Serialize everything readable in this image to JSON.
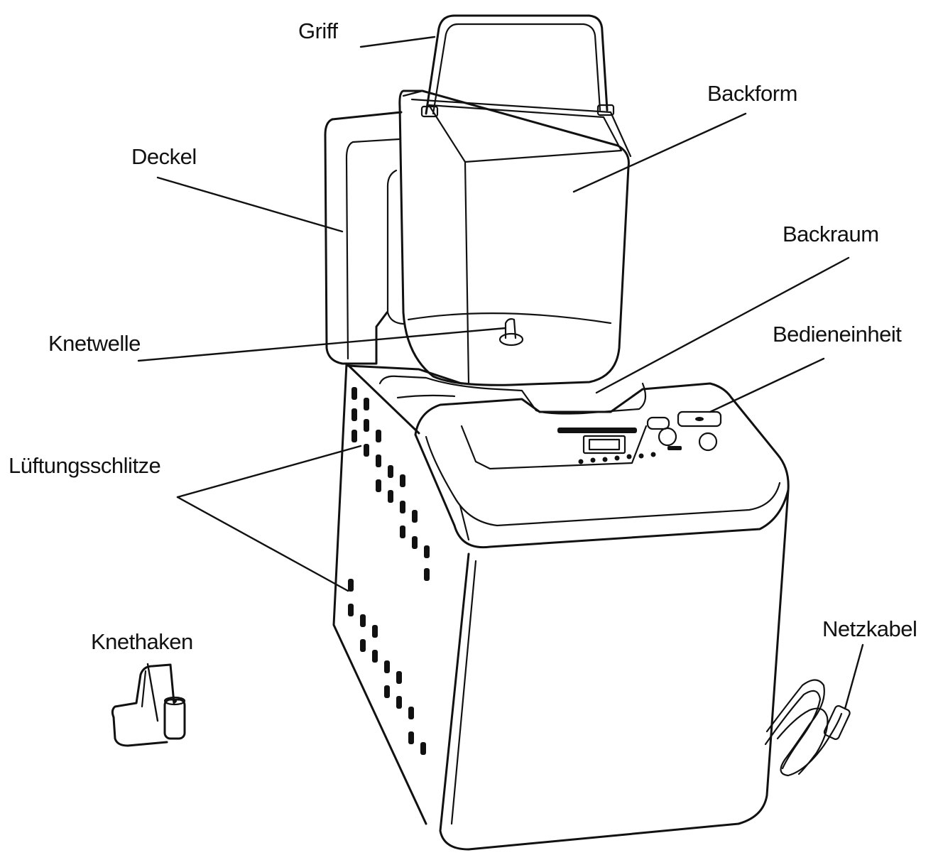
{
  "labels": {
    "griff": "Griff",
    "backform": "Backform",
    "deckel": "Deckel",
    "backraum": "Backraum",
    "knetwelle": "Knetwelle",
    "bedieneinheit": "Bedieneinheit",
    "lueftungsschlitze": "Lüftungsschlitze",
    "netzkabel": "Netzkabel",
    "knethaken": "Knethaken"
  }
}
